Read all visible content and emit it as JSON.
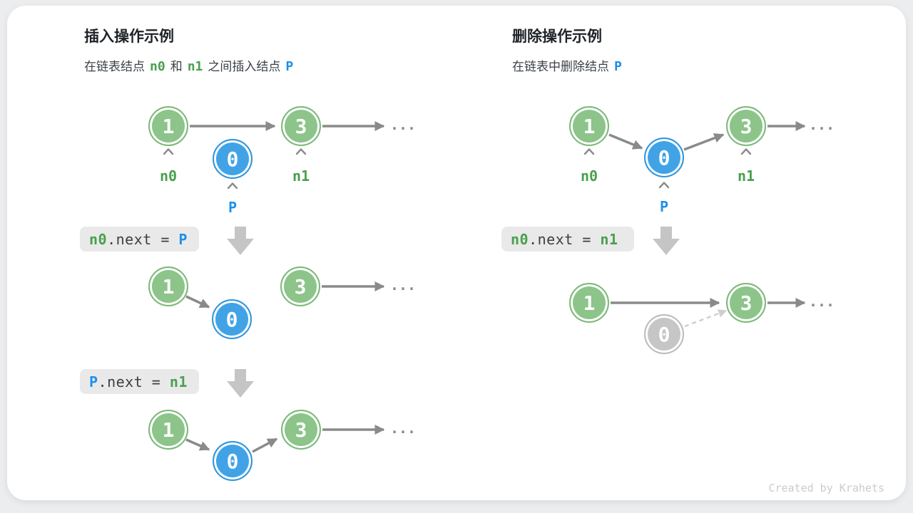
{
  "colors": {
    "page_bg": "#ECEDEF",
    "card_bg": "#FFFFFF",
    "title": "#1F2328",
    "body_text": "#3C4148",
    "green_fill": "#8CC48A",
    "green_border": "#7CB97A",
    "blue_fill": "#41A3E6",
    "blue_border": "#2F96DC",
    "gray_fill": "#C6C6C6",
    "gray_border": "#BCBCBC",
    "text_green": "#4AA04E",
    "text_blue": "#1E90E8",
    "code_text": "#3A3F45",
    "codebox_bg": "#E9E9E9",
    "arrow": "#8A8A8A",
    "arrow_light": "#CFCFCF",
    "block_arrow": "#C5C5C5",
    "footer": "#C8CBCE"
  },
  "insert": {
    "title": "插入操作示例",
    "subtitle": {
      "t1": "在链表结点",
      "n0": "n0",
      "t2": "和",
      "n1": "n1",
      "t3": "之间插入结点",
      "p": "P"
    },
    "code1": {
      "a": "n0",
      "b": ".next = ",
      "c": "P"
    },
    "code2": {
      "a": "P",
      "b": ".next = ",
      "c": "n1"
    }
  },
  "delete": {
    "title": "删除操作示例",
    "subtitle": {
      "t1": "在链表中删除结点",
      "p": "P"
    },
    "code1": {
      "a": "n0",
      "b": ".next = ",
      "c": "n1"
    }
  },
  "values": {
    "one": "1",
    "zero": "0",
    "three": "3",
    "dots": "..."
  },
  "labels": {
    "n0": "n0",
    "n1": "n1",
    "p": "P"
  },
  "footer": "Created by Krahets"
}
